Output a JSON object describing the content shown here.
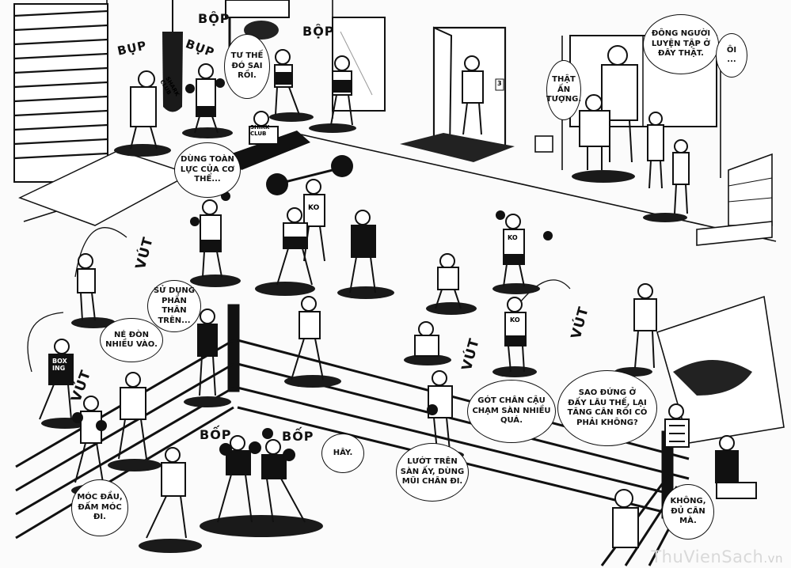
{
  "sfx": {
    "bup_1": "BỤP",
    "bup_2": "BỤP",
    "bop_top_1": "BỘP",
    "bop_top_2": "BỘP",
    "vut_left": "VÚT",
    "vut_left_2": "VÚT",
    "vut_center": "VÚT",
    "vut_right": "VÚT",
    "bop_ring_1": "BỐP",
    "bop_ring_2": "BỐP"
  },
  "bubbles": {
    "wrong_posture": "TƯ THẾ\nĐÓ SAI\nRỒI.",
    "full_body": "DÙNG TOÀN\nLỰC CỦA CƠ\nTHỂ...",
    "crowded": "ĐÔNG NGƯỜI\nLUYỆN TẬP Ở\nĐÂY THẬT.",
    "oh": "ÔI\n...",
    "impressive": "THẬT\nẤN\nTƯỢNG.",
    "upper_body": "SỬ DỤNG\nPHẦN THÂN\nTRÊN...",
    "dodge_more": "NÉ ĐÒN\nNHIỀU VÀO.",
    "heel": "GÓT CHÂN CẬU\nCHẠM SÀN NHIỀU\nQUÁ.",
    "hey": "HÂY.",
    "glide": "LƯỚT TRÊN\nSÀN ẤY, DÙNG\nMŨI CHÂN ĐI.",
    "hook": "MÓC ĐẦU,\nĐẤM MÓC\nĐI.",
    "long_time": "SAO ĐỨNG Ở\nĐẤY LÂU THẾ, LẠI\nTĂNG CÂN RỒI CÓ\nPHẢI KHÔNG?",
    "enough": "KHÔNG,\nĐỦ CÂN\nMÀ."
  },
  "shirt_text": {
    "shark_club": "SHARK\nCLUB",
    "shirt_club": "SHIRK\nCLUB",
    "ko_1": "KO",
    "ko_2": "KO",
    "ko_3": "KO",
    "boxing": "BOX\nING",
    "door_number": "3"
  },
  "watermark": {
    "brand": "ThuVienSach",
    "domain": ".vn"
  },
  "colors": {
    "ink": "#111111",
    "paper": "#fbfbfb",
    "floor_shadow": "#1a1a1a",
    "watermark": "#d6d6d6"
  }
}
